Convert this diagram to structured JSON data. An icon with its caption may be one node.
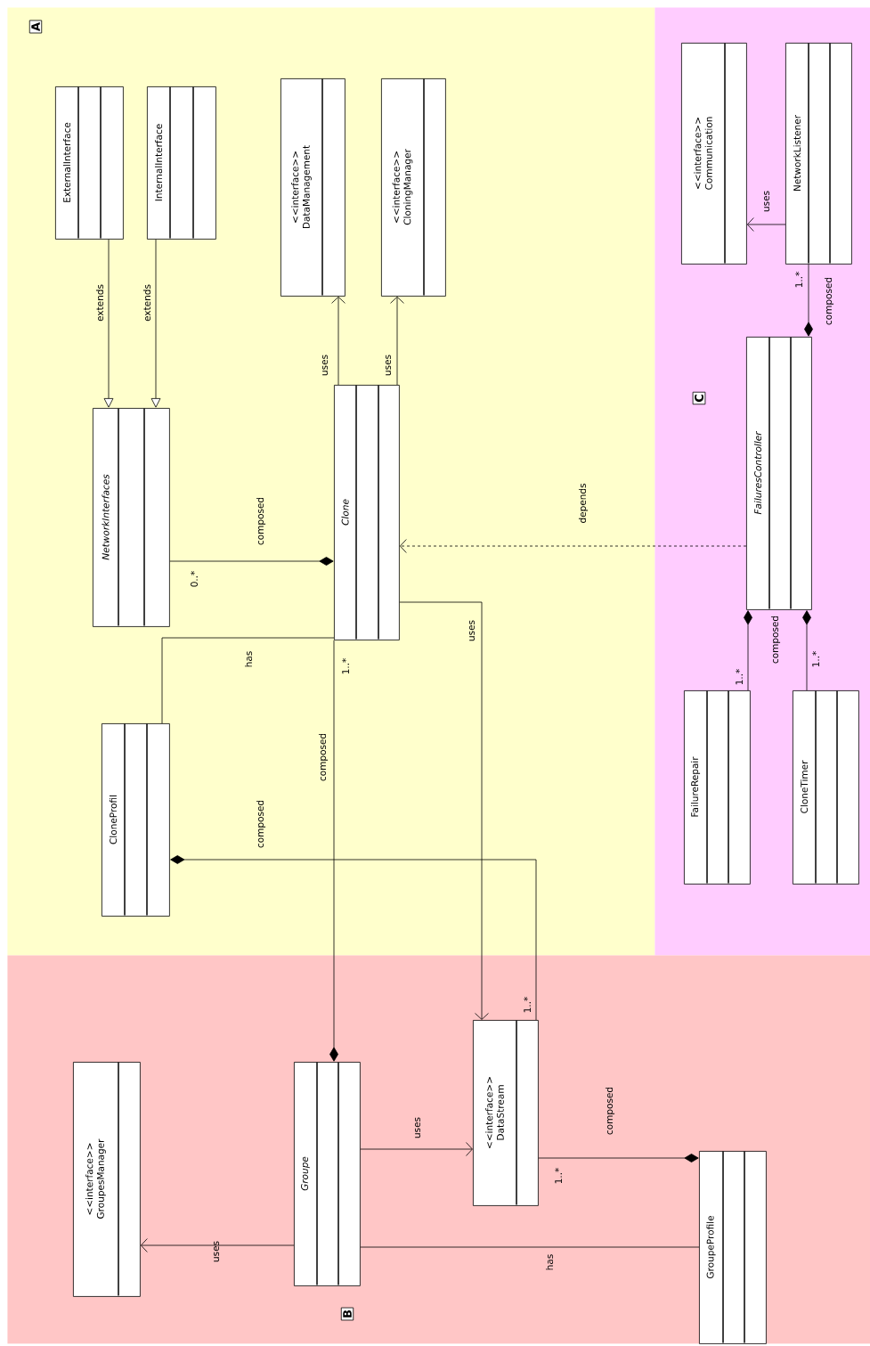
{
  "diagram": {
    "nodes": [
      {
        "text": [
          "A"
        ]
      },
      {
        "text": [
          "C"
        ]
      },
      {
        "text": [
          "B"
        ]
      },
      {
        "text": [
          "ExternalInterface"
        ],
        "in": 0
      },
      {
        "text": [
          "InternalInterface"
        ],
        "in": 0
      },
      {
        "text": [
          "<<interface>>",
          "DataManagement"
        ],
        "in": 0
      },
      {
        "text": [
          "<<interface>>",
          "CloningManager"
        ],
        "in": 0
      },
      {
        "text": [
          "NetworkInterfaces"
        ],
        "in": 0
      },
      {
        "text": [
          "Clone"
        ],
        "in": 0
      },
      {
        "text": [
          "CloneProfil"
        ],
        "in": 0
      },
      {
        "text": [
          "<<interface>>",
          "Communication"
        ],
        "in": 1
      },
      {
        "text": [
          "NetworkListener"
        ],
        "in": 1
      },
      {
        "text": [
          "FailuresController"
        ],
        "in": 1
      },
      {
        "text": [
          "FailureRepair"
        ],
        "in": 1
      },
      {
        "text": [
          "CloneTimer"
        ],
        "in": 1
      },
      {
        "text": [
          "<<interface>>",
          "GroupesManager"
        ],
        "in": 2
      },
      {
        "text": [
          "Groupe"
        ],
        "in": 2
      },
      {
        "text": [
          "<<interface>>",
          "DataStream"
        ],
        "in": 2
      },
      {
        "text": [
          "GroupeProfile"
        ],
        "in": 2
      }
    ],
    "edges": [
      {
        "from": 3,
        "to": 7,
        "arrow": "to",
        "label": "extends"
      },
      {
        "from": 4,
        "to": 7,
        "arrow": "to",
        "label": "extends"
      },
      {
        "from": 8,
        "to": 5,
        "arrow": "to",
        "label": "uses"
      },
      {
        "from": 8,
        "to": 6,
        "arrow": "to",
        "label": "uses"
      },
      {
        "from": 7,
        "to": 8,
        "arrow": "other",
        "label": "composed"
      },
      {
        "from": 9,
        "to": 8,
        "arrow": "none",
        "label": "has"
      },
      {
        "from": 8,
        "to": 16,
        "arrow": "other",
        "label": "composed"
      },
      {
        "from": 8,
        "to": 17,
        "arrow": "to",
        "label": "uses"
      },
      {
        "from": 12,
        "to": 8,
        "arrow": "to",
        "label": "depends",
        "style": "dashed"
      },
      {
        "from": 17,
        "to": 9,
        "arrow": "other",
        "label": "composed"
      },
      {
        "from": 11,
        "to": 10,
        "arrow": "to",
        "label": "uses"
      },
      {
        "from": 11,
        "to": 12,
        "arrow": "other",
        "label": "composed"
      },
      {
        "from": 13,
        "to": 12,
        "arrow": "other",
        "label": "composed"
      },
      {
        "from": 14,
        "to": 12,
        "arrow": "other"
      },
      {
        "from": 16,
        "to": 17,
        "arrow": "to",
        "label": "uses"
      },
      {
        "from": 16,
        "to": 15,
        "arrow": "to",
        "label": "uses"
      },
      {
        "from": 17,
        "to": 18,
        "arrow": "other",
        "label": "composed"
      },
      {
        "from": 16,
        "to": 18,
        "arrow": "none",
        "label": "has"
      }
    ],
    "labels": [
      "0..*",
      "1..*",
      "1..*",
      "1..*",
      "1..*",
      "1..*",
      "1..*"
    ]
  }
}
